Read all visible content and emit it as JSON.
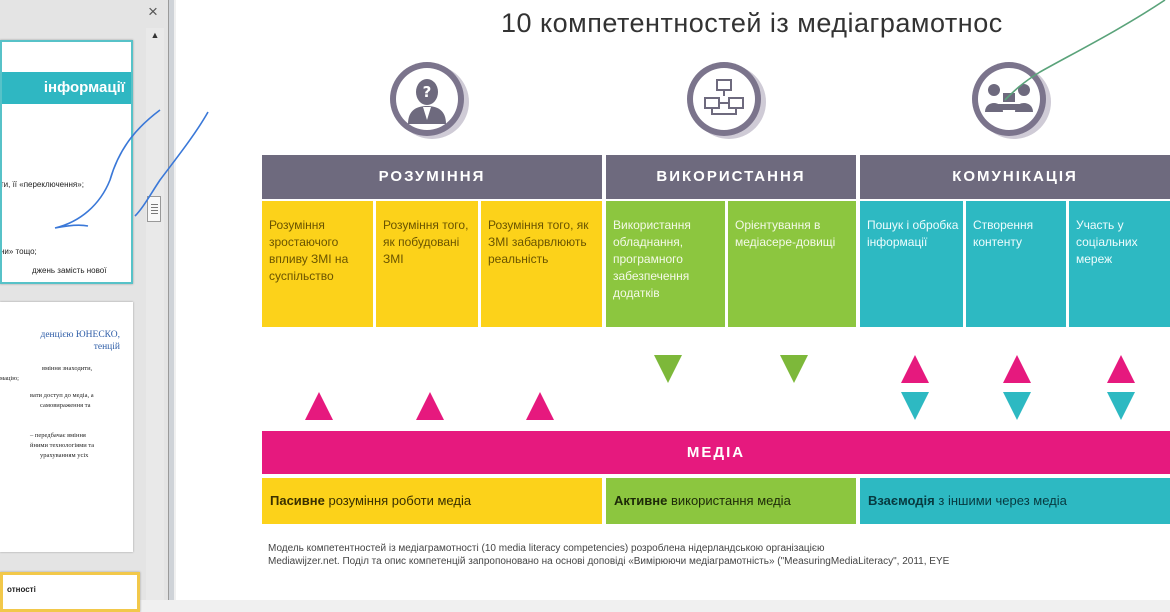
{
  "thumbnails": {
    "close_glyph": "×",
    "slide1": {
      "title": "інформації",
      "lines": [
        "ти, її «переключення»;",
        "ни» тощо;",
        "джень замість нової"
      ]
    },
    "slide2": {
      "heading": "денцією ЮНЕСКО,\nтенцій",
      "lines": [
        "вміння     знаходити,",
        "мацію;",
        "вати доступ до медіа, а",
        "      самовираження    та",
        "– передбачає вміння",
        "йними технологіями та",
        "      урахуванням     усіх"
      ]
    },
    "slide3": {
      "title": "отності"
    }
  },
  "slide": {
    "title": "10 компетентностей із медіаграмотнос",
    "icons": [
      "question-person-icon",
      "network-icon",
      "meeting-icon"
    ],
    "headers": [
      "РОЗУМІННЯ",
      "ВИКОРИСТАННЯ",
      "КОМУНІКАЦІЯ"
    ],
    "competencies": [
      "Розуміння зростаючого впливу ЗМІ на суспільство",
      "Розуміння того, як побудовані ЗМІ",
      "Розуміння того, як ЗМІ забарвлюють реальність",
      "Використання обладнання, програмного забезпечення додатків",
      "Орієнтування в медіасере-довищі",
      "Пошук і обробка інформації",
      "Створення контенту",
      "Участь у соціальних мереж"
    ],
    "media_label": "МЕДІА",
    "bottom": [
      {
        "bold": "Пасивне",
        "text": " розуміння роботи медіа"
      },
      {
        "bold": "Активне",
        "text": " використання медіа"
      },
      {
        "bold": "Взаємодія",
        "text": " з іншими через медіа"
      }
    ],
    "caption": [
      "Модель компетентностей із медіаграмотності (10 media  literacy competencies) розроблена  нідерландською  організацією",
      "Mediawijzer.net. Поділ та опис компетенцій запропоновано на основі доповіді «Вимірюючи медіаграмотність» (\"MeasuringMediaLiteracy\", 2011, EYE"
    ]
  },
  "colors": {
    "header_gray": "#6e6a7e",
    "yellow": "#fcd21a",
    "green": "#8cc63f",
    "teal": "#2db9c2",
    "magenta": "#e6197e",
    "ink_blue": "#3a78d8",
    "ink_green": "#5aa37a"
  }
}
